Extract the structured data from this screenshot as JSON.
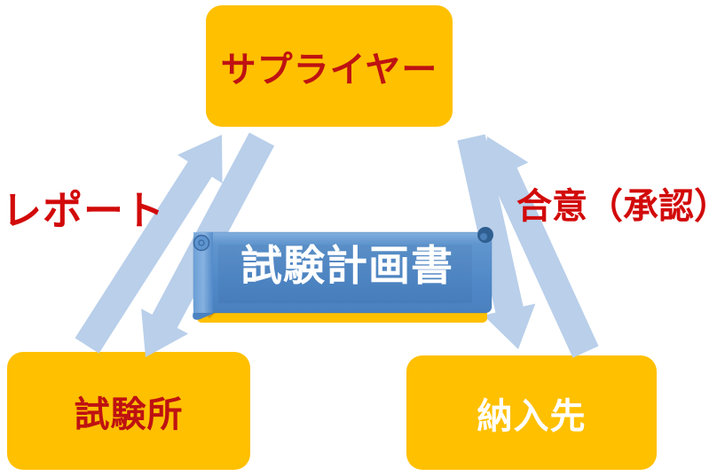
{
  "diagram": {
    "nodes": {
      "supplier": {
        "label": "サプライヤー"
      },
      "test_lab": {
        "label": "試験所"
      },
      "customer": {
        "label": "納入先"
      }
    },
    "center_banner": {
      "label": "試験計画書"
    },
    "edge_labels": {
      "report": "レポート",
      "agreement": "合意（承認）"
    },
    "arrows": [
      {
        "name": "arrow-lab-to-supplier",
        "direction": "up"
      },
      {
        "name": "arrow-supplier-to-lab",
        "direction": "down"
      },
      {
        "name": "arrow-supplier-to-customer",
        "direction": "down"
      },
      {
        "name": "arrow-customer-to-supplier",
        "direction": "up"
      }
    ],
    "colors": {
      "background": "#FFFFFF",
      "node_fill": "#FFC000",
      "node_text_dark_red": "#BE1212",
      "customer_text": "#FFFFFF",
      "label_red": "#D20A0A",
      "arrow_blue": "#B9CFEA",
      "scroll_body": "#5590CB",
      "scroll_highlight": "#83AFE0",
      "scroll_knob": "#2F5F91",
      "scroll_underbar": "#FFC000",
      "banner_text": "#FFFFFF"
    }
  }
}
